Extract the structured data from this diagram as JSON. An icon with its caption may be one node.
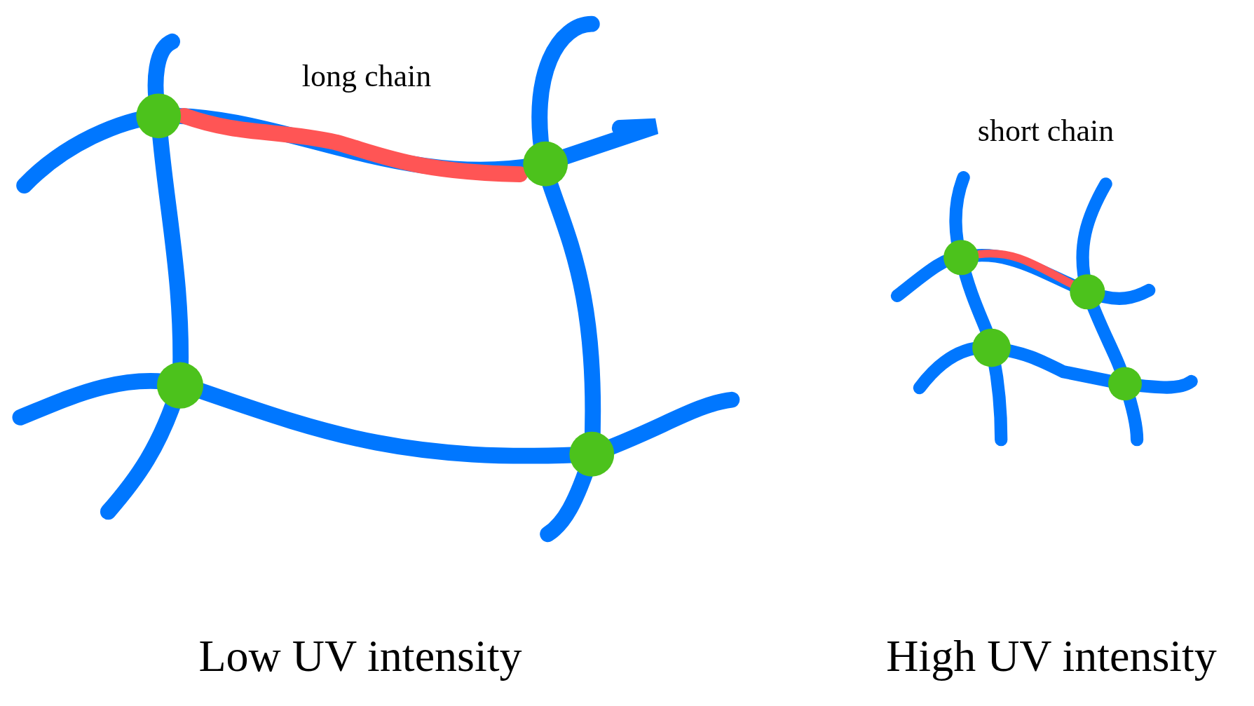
{
  "diagram": {
    "labels": [
      "long chain",
      "short chain",
      "Low UV intensity",
      "High UV intensity"
    ]
  }
}
